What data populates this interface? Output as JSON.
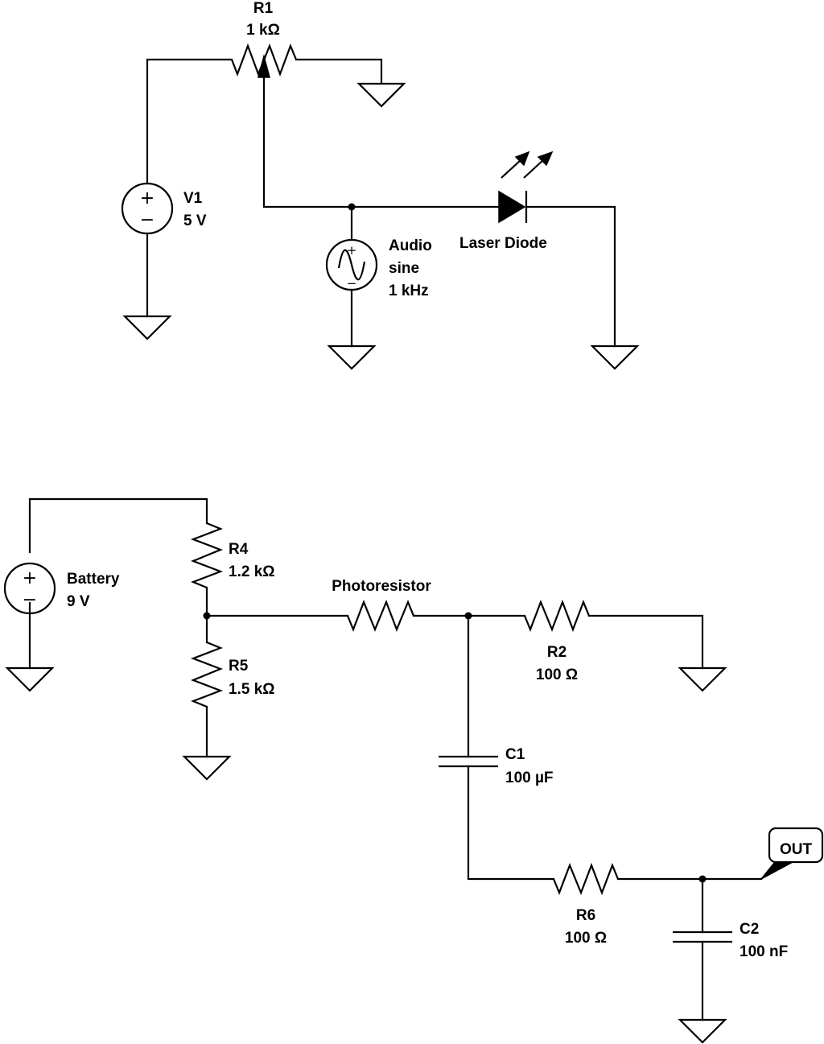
{
  "circuit_1": {
    "r1": {
      "name": "R1",
      "value": "1 kΩ"
    },
    "v1": {
      "name": "V1",
      "value": "5 V"
    },
    "audio_source": {
      "line1": "Audio",
      "line2": "sine",
      "line3": "1 kHz"
    },
    "laser_diode": {
      "name": "Laser Diode"
    }
  },
  "circuit_2": {
    "battery": {
      "name": "Battery",
      "value": "9 V"
    },
    "r4": {
      "name": "R4",
      "value": "1.2 kΩ"
    },
    "r5": {
      "name": "R5",
      "value": "1.5 kΩ"
    },
    "photoresistor": {
      "name": "Photoresistor"
    },
    "r2": {
      "name": "R2",
      "value": "100 Ω"
    },
    "c1": {
      "name": "C1",
      "value": "100 µF"
    },
    "r6": {
      "name": "R6",
      "value": "100 Ω"
    },
    "c2": {
      "name": "C2",
      "value": "100 nF"
    },
    "out_port": {
      "label": "OUT"
    }
  },
  "symbols": {
    "plus": "+",
    "minus": "−"
  }
}
